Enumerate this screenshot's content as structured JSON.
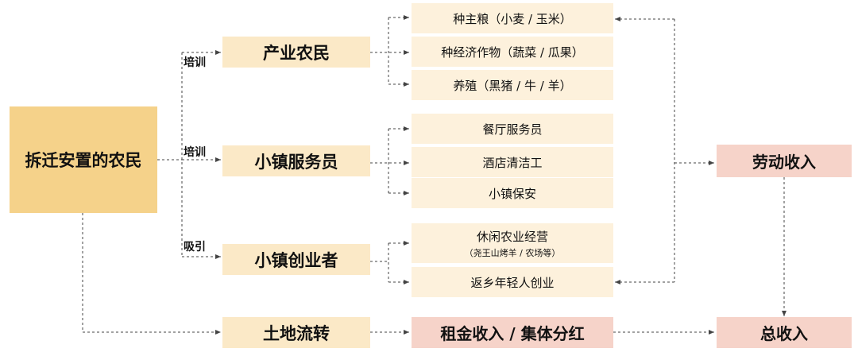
{
  "main": "拆迁安置的农民",
  "branch_labels": {
    "training_1": "培训",
    "training_2": "培训",
    "attract": "吸引"
  },
  "categories": {
    "farmer": "产业农民",
    "staff": "小镇服务员",
    "entrepreneur": "小镇创业者",
    "land": "土地流转"
  },
  "farmer_subs": [
    "种主粮（小麦 / 玉米）",
    "种经济作物（蔬菜 / 瓜果）",
    "养殖（黑猪 / 牛 / 羊）"
  ],
  "staff_subs": [
    "餐厅服务员",
    "酒店清洁工",
    "小镇保安"
  ],
  "entrepreneur_subs": [
    {
      "title": "休闲农业经营",
      "note": "（尧王山烤羊 / 农场等）"
    },
    {
      "title": "返乡年轻人创业",
      "note": ""
    }
  ],
  "incomes": {
    "labor": "劳动收入",
    "rent": "租金收入 / 集体分红",
    "total": "总收入"
  },
  "colors": {
    "main": "#f5d28a",
    "category": "#fbe9c7",
    "sub": "#fdf1dc",
    "income": "#f6d3c9",
    "line": "#444444"
  }
}
